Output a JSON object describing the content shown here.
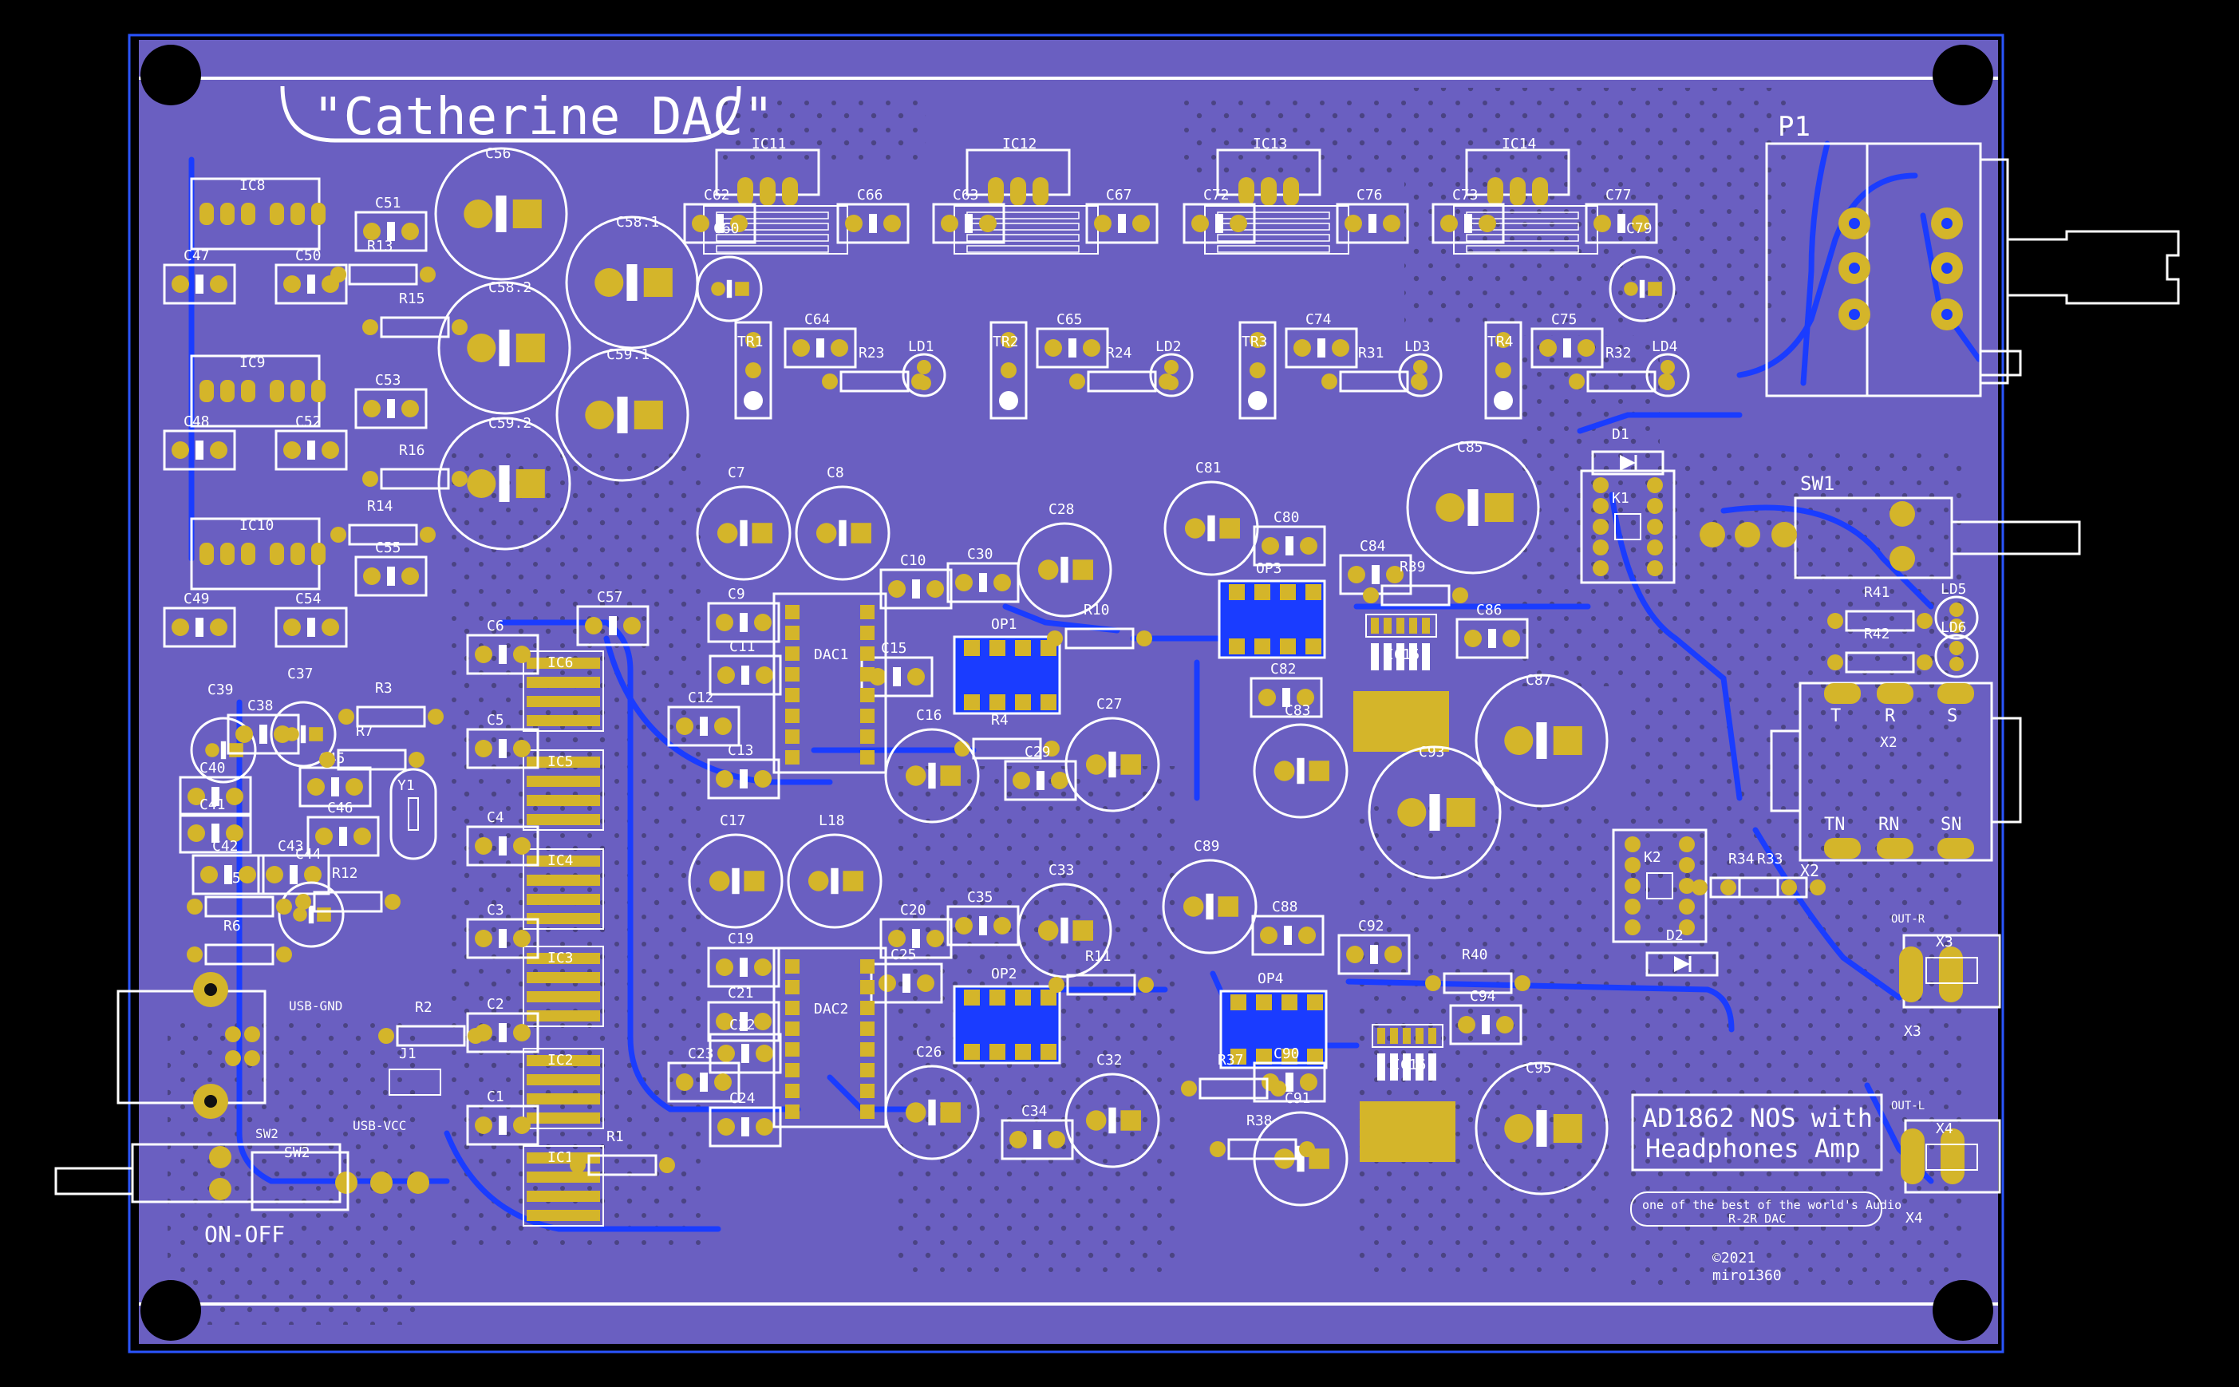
{
  "board": {
    "title": "\"Catherine DAC\"",
    "subtitle_line1": "AD1862 NOS with",
    "subtitle_line2": "Headphones Amp",
    "tagline_line1": "one of the best of the world's Audio",
    "tagline_line2": "R-2R DAC",
    "copyright": "©2021",
    "author": "miro1360",
    "switch_caption": "ON-OFF",
    "usb_gnd_label": "USB-GND",
    "usb_vcc_label": "USB-VCC",
    "out_r_label": "OUT-R",
    "out_l_label": "OUT-L",
    "jack_labels": [
      "T",
      "R",
      "S",
      "TN",
      "RN",
      "SN"
    ]
  },
  "colors": {
    "board": "#6a5fc1",
    "copper": "#1a3cff",
    "pad": "#d4b52a",
    "silk": "#ffffff",
    "edge": "#2a55ff",
    "background": "#000000"
  },
  "components": [
    {
      "ref": "C56",
      "type": "elcap"
    },
    {
      "ref": "C58.1",
      "type": "elcap"
    },
    {
      "ref": "C58.2",
      "type": "elcap"
    },
    {
      "ref": "C59.1",
      "type": "elcap"
    },
    {
      "ref": "C59.2",
      "type": "elcap"
    },
    {
      "ref": "C51",
      "type": "cap"
    },
    {
      "ref": "C53",
      "type": "cap"
    },
    {
      "ref": "C55",
      "type": "cap"
    },
    {
      "ref": "C47",
      "type": "cap"
    },
    {
      "ref": "C48",
      "type": "cap"
    },
    {
      "ref": "C49",
      "type": "cap"
    },
    {
      "ref": "C50",
      "type": "cap"
    },
    {
      "ref": "C52",
      "type": "cap"
    },
    {
      "ref": "C54",
      "type": "cap"
    },
    {
      "ref": "IC8",
      "type": "ic"
    },
    {
      "ref": "IC9",
      "type": "ic"
    },
    {
      "ref": "IC10",
      "type": "ic"
    },
    {
      "ref": "R13",
      "type": "res"
    },
    {
      "ref": "R14",
      "type": "res"
    },
    {
      "ref": "R15",
      "type": "res"
    },
    {
      "ref": "R16",
      "type": "res"
    },
    {
      "ref": "IC11",
      "type": "reg"
    },
    {
      "ref": "IC12",
      "type": "reg"
    },
    {
      "ref": "IC13",
      "type": "reg"
    },
    {
      "ref": "IC14",
      "type": "reg"
    },
    {
      "ref": "C62",
      "type": "cap"
    },
    {
      "ref": "C66",
      "type": "cap"
    },
    {
      "ref": "C63",
      "type": "cap"
    },
    {
      "ref": "C67",
      "type": "cap"
    },
    {
      "ref": "C72",
      "type": "cap"
    },
    {
      "ref": "C76",
      "type": "cap"
    },
    {
      "ref": "C73",
      "type": "cap"
    },
    {
      "ref": "C77",
      "type": "cap"
    },
    {
      "ref": "C60",
      "type": "elcap"
    },
    {
      "ref": "C79",
      "type": "elcap"
    },
    {
      "ref": "C64",
      "type": "cap"
    },
    {
      "ref": "C65",
      "type": "cap"
    },
    {
      "ref": "C74",
      "type": "cap"
    },
    {
      "ref": "C75",
      "type": "cap"
    },
    {
      "ref": "LD1",
      "type": "led"
    },
    {
      "ref": "LD2",
      "type": "led"
    },
    {
      "ref": "LD3",
      "type": "led"
    },
    {
      "ref": "LD4",
      "type": "led"
    },
    {
      "ref": "TR1",
      "type": "trim"
    },
    {
      "ref": "TR2",
      "type": "trim"
    },
    {
      "ref": "TR3",
      "type": "trim"
    },
    {
      "ref": "TR4",
      "type": "trim"
    },
    {
      "ref": "R23",
      "type": "res"
    },
    {
      "ref": "R24",
      "type": "res"
    },
    {
      "ref": "R31",
      "type": "res"
    },
    {
      "ref": "R32",
      "type": "res"
    },
    {
      "ref": "P1",
      "type": "pot"
    },
    {
      "ref": "C85",
      "type": "elcap"
    },
    {
      "ref": "D1",
      "type": "diode"
    },
    {
      "ref": "K1",
      "type": "relay"
    },
    {
      "ref": "SW1",
      "type": "switch"
    },
    {
      "ref": "C7",
      "type": "elcap"
    },
    {
      "ref": "C8",
      "type": "elcap"
    },
    {
      "ref": "C28",
      "type": "elcap"
    },
    {
      "ref": "C10",
      "type": "cap"
    },
    {
      "ref": "C30",
      "type": "cap"
    },
    {
      "ref": "C81",
      "type": "elcap"
    },
    {
      "ref": "C80",
      "type": "cap"
    },
    {
      "ref": "C84",
      "type": "cap"
    },
    {
      "ref": "R39",
      "type": "res"
    },
    {
      "ref": "C86",
      "type": "cap"
    },
    {
      "ref": "C9",
      "type": "cap"
    },
    {
      "ref": "C11",
      "type": "cap"
    },
    {
      "ref": "C12",
      "type": "cap"
    },
    {
      "ref": "C13",
      "type": "cap"
    },
    {
      "ref": "C15",
      "type": "cap"
    },
    {
      "ref": "DAC1",
      "type": "dac"
    },
    {
      "ref": "OP1",
      "type": "opamp"
    },
    {
      "ref": "R10",
      "type": "res"
    },
    {
      "ref": "R4",
      "type": "res"
    },
    {
      "ref": "OP3",
      "type": "opamp"
    },
    {
      "ref": "IC15",
      "type": "smd"
    },
    {
      "ref": "C82",
      "type": "cap"
    },
    {
      "ref": "C87",
      "type": "elcap"
    },
    {
      "ref": "C16",
      "type": "elcap"
    },
    {
      "ref": "C29",
      "type": "cap"
    },
    {
      "ref": "C27",
      "type": "elcap"
    },
    {
      "ref": "C83",
      "type": "elcap"
    },
    {
      "ref": "C93",
      "type": "elcap"
    },
    {
      "ref": "IC1",
      "type": "soic"
    },
    {
      "ref": "IC2",
      "type": "soic"
    },
    {
      "ref": "IC3",
      "type": "soic"
    },
    {
      "ref": "IC4",
      "type": "soic"
    },
    {
      "ref": "IC5",
      "type": "soic"
    },
    {
      "ref": "IC6",
      "type": "soic"
    },
    {
      "ref": "C57",
      "type": "cap"
    },
    {
      "ref": "C1",
      "type": "cap"
    },
    {
      "ref": "C2",
      "type": "cap"
    },
    {
      "ref": "C3",
      "type": "cap"
    },
    {
      "ref": "C4",
      "type": "cap"
    },
    {
      "ref": "C5",
      "type": "cap"
    },
    {
      "ref": "C6",
      "type": "cap"
    },
    {
      "ref": "R1",
      "type": "res"
    },
    {
      "ref": "C39",
      "type": "elcap"
    },
    {
      "ref": "C38",
      "type": "cap"
    },
    {
      "ref": "C37",
      "type": "elcap"
    },
    {
      "ref": "C40",
      "type": "cap"
    },
    {
      "ref": "C41",
      "type": "cap"
    },
    {
      "ref": "C42",
      "type": "cap"
    },
    {
      "ref": "C43",
      "type": "cap"
    },
    {
      "ref": "C44",
      "type": "elcap"
    },
    {
      "ref": "C45",
      "type": "cap"
    },
    {
      "ref": "C46",
      "type": "cap"
    },
    {
      "ref": "R3",
      "type": "res"
    },
    {
      "ref": "R5",
      "type": "res"
    },
    {
      "ref": "R6",
      "type": "res"
    },
    {
      "ref": "R7",
      "type": "res"
    },
    {
      "ref": "R12",
      "type": "res"
    },
    {
      "ref": "Y1",
      "type": "crystal"
    },
    {
      "ref": "C17",
      "type": "elcap"
    },
    {
      "ref": "L18",
      "type": "elcap"
    },
    {
      "ref": "C33",
      "type": "elcap"
    },
    {
      "ref": "C35",
      "type": "cap"
    },
    {
      "ref": "C20",
      "type": "cap"
    },
    {
      "ref": "C89",
      "type": "elcap"
    },
    {
      "ref": "C88",
      "type": "cap"
    },
    {
      "ref": "C19",
      "type": "cap"
    },
    {
      "ref": "C21",
      "type": "cap"
    },
    {
      "ref": "C22",
      "type": "cap"
    },
    {
      "ref": "C23",
      "type": "cap"
    },
    {
      "ref": "C24",
      "type": "cap"
    },
    {
      "ref": "C25",
      "type": "cap"
    },
    {
      "ref": "DAC2",
      "type": "dac"
    },
    {
      "ref": "OP2",
      "type": "opamp"
    },
    {
      "ref": "R11",
      "type": "res"
    },
    {
      "ref": "OP4",
      "type": "opamp"
    },
    {
      "ref": "C92",
      "type": "cap"
    },
    {
      "ref": "R40",
      "type": "res"
    },
    {
      "ref": "C94",
      "type": "cap"
    },
    {
      "ref": "IC16",
      "type": "smd"
    },
    {
      "ref": "C95",
      "type": "elcap"
    },
    {
      "ref": "C26",
      "type": "elcap"
    },
    {
      "ref": "C32",
      "type": "elcap"
    },
    {
      "ref": "C34",
      "type": "cap"
    },
    {
      "ref": "C90",
      "type": "cap"
    },
    {
      "ref": "C91",
      "type": "elcap"
    },
    {
      "ref": "R37",
      "type": "res"
    },
    {
      "ref": "R38",
      "type": "res"
    },
    {
      "ref": "R2",
      "type": "res"
    },
    {
      "ref": "J1",
      "type": "conn"
    },
    {
      "ref": "SW2",
      "type": "switch"
    },
    {
      "ref": "K2",
      "type": "relay"
    },
    {
      "ref": "D2",
      "type": "diode"
    },
    {
      "ref": "R33",
      "type": "res"
    },
    {
      "ref": "R34",
      "type": "res"
    },
    {
      "ref": "X2",
      "type": "jack"
    },
    {
      "ref": "X3",
      "type": "conn"
    },
    {
      "ref": "X4",
      "type": "conn"
    },
    {
      "ref": "R41",
      "type": "res"
    },
    {
      "ref": "R42",
      "type": "res"
    },
    {
      "ref": "LD5",
      "type": "led"
    },
    {
      "ref": "LD6",
      "type": "led"
    }
  ]
}
